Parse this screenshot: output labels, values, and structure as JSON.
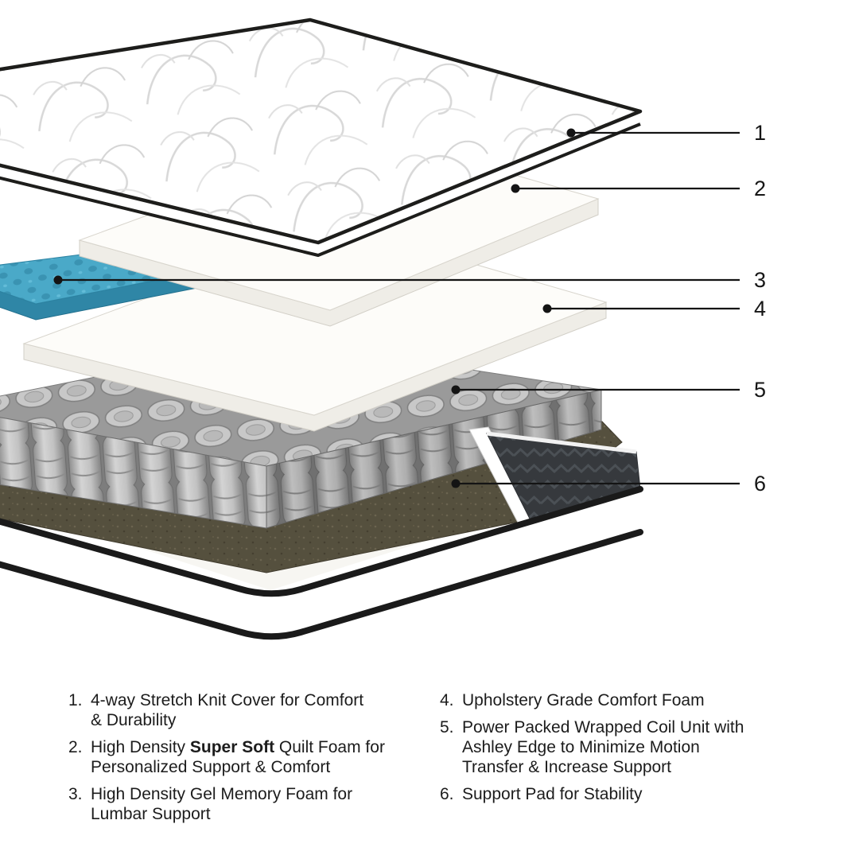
{
  "colors": {
    "background": "#ffffff",
    "callout_line": "#141414",
    "cover_trim": "#1d1d1b",
    "foam_white": "#fdfcf9",
    "foam_side": "#efede7",
    "gel_blue": "#4aa9c8",
    "gel_blue_dark": "#2f86a6",
    "coil_gray": "#b5b5b5",
    "pad_brown": "#55503e",
    "base_panel_dark": "#36393d"
  },
  "callouts": [
    {
      "number": "1"
    },
    {
      "number": "2"
    },
    {
      "number": "3"
    },
    {
      "number": "4"
    },
    {
      "number": "5"
    },
    {
      "number": "6"
    }
  ],
  "legend": {
    "left_items": [
      {
        "number": "1.",
        "prefix": "4-way Stretch Knit Cover for Comfort\n& Durability",
        "bold": "",
        "suffix": ""
      },
      {
        "number": "2.",
        "prefix": "High Density ",
        "bold": "Super Soft",
        "suffix": " Quilt Foam for\nPersonalized Support & Comfort"
      },
      {
        "number": "3.",
        "prefix": "High Density Gel Memory Foam for\nLumbar Support",
        "bold": "",
        "suffix": ""
      }
    ],
    "right_items": [
      {
        "number": "4.",
        "prefix": "Upholstery Grade Comfort Foam",
        "bold": "",
        "suffix": ""
      },
      {
        "number": "5.",
        "prefix": "Power Packed Wrapped Coil Unit with\nAshley Edge to Minimize Motion\nTransfer & Increase Support",
        "bold": "",
        "suffix": ""
      },
      {
        "number": "6.",
        "prefix": "Support Pad for Stability",
        "bold": "",
        "suffix": ""
      }
    ]
  }
}
